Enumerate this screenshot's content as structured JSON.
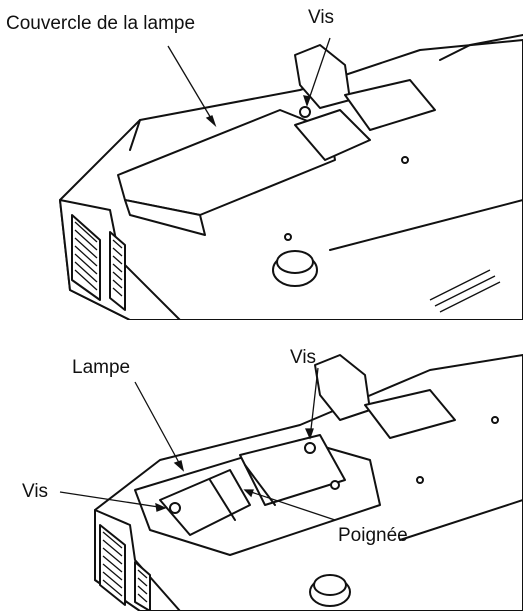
{
  "top_panel": {
    "label_lamp_cover": "Couvercle de la lampe",
    "label_screw": "Vis"
  },
  "bottom_panel": {
    "label_lamp": "Lampe",
    "label_screw_top": "Vis",
    "label_screw_left": "Vis",
    "label_handle": "Poignée"
  }
}
